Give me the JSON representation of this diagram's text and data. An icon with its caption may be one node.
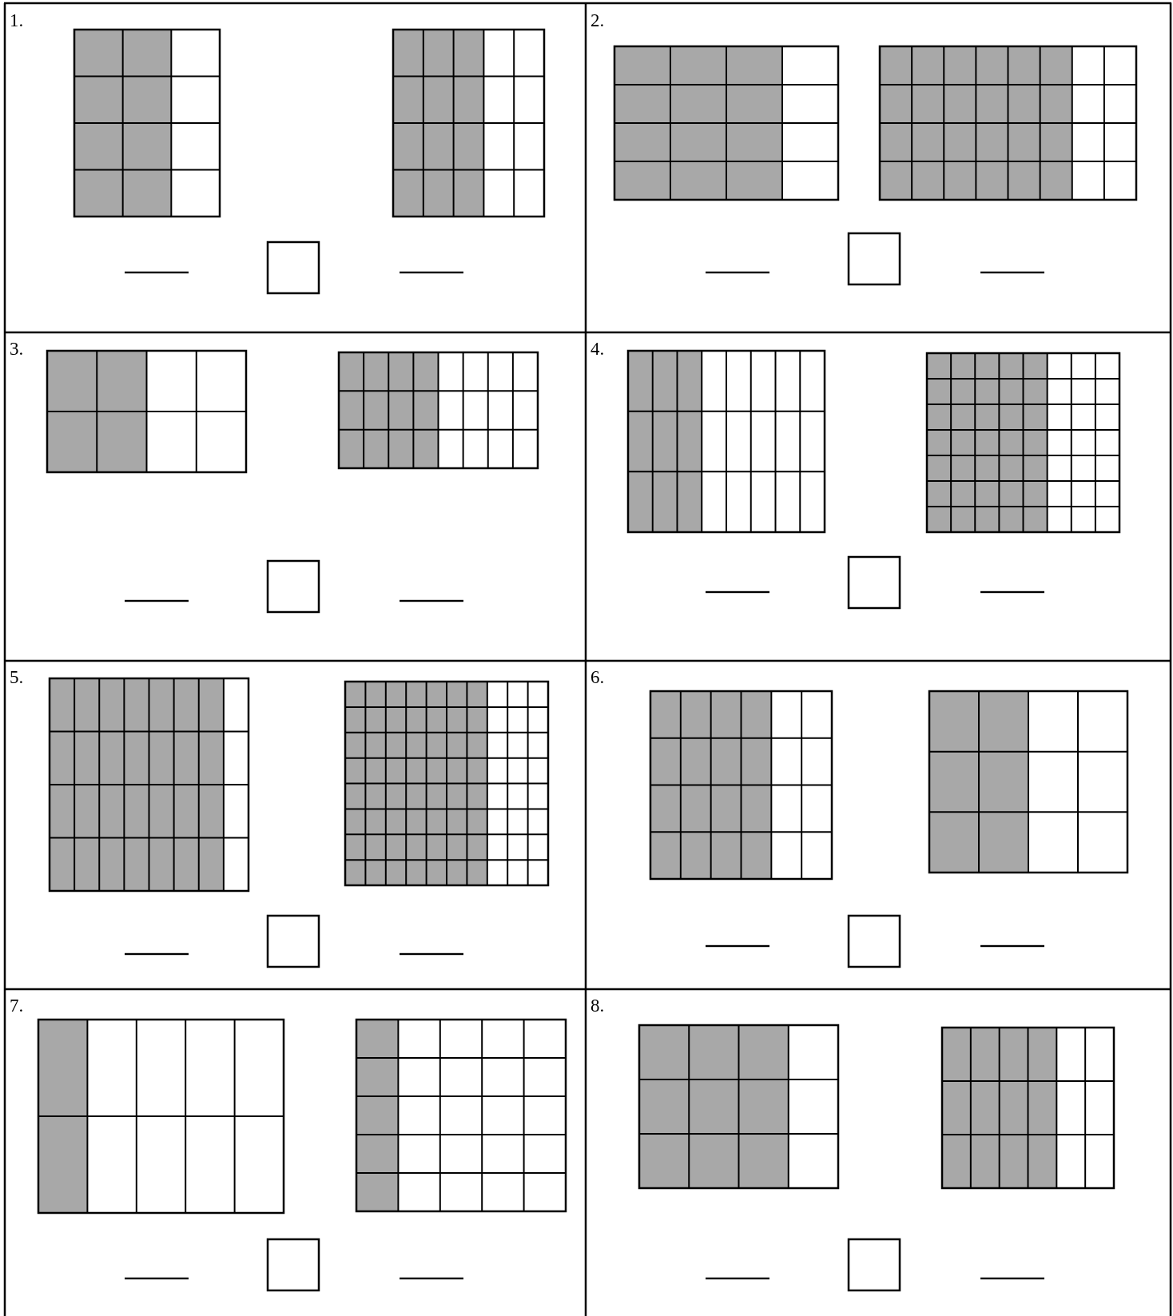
{
  "diagram": {
    "labels": [
      "1.",
      "2.",
      "3.",
      "4.",
      "5.",
      "6.",
      "7.",
      "8."
    ]
  }
}
